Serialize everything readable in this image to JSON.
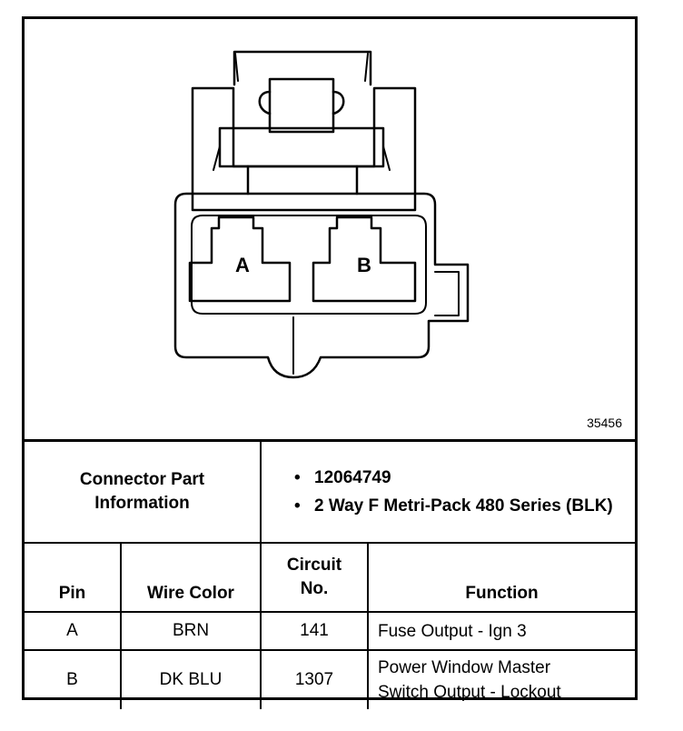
{
  "diagram": {
    "cavities": [
      {
        "label": "A"
      },
      {
        "label": "B"
      }
    ],
    "figure_number": "35456"
  },
  "connector_info": {
    "label_line1": "Connector Part",
    "label_line2": "Information",
    "items": [
      {
        "text": "12064749"
      },
      {
        "text": "2 Way F Metri-Pack 480 Series (BLK)"
      }
    ]
  },
  "table": {
    "headers": {
      "pin": "Pin",
      "wire_color": "Wire Color",
      "circuit_line1": "Circuit",
      "circuit_line2": "No.",
      "function": "Function"
    },
    "rows": [
      {
        "pin": "A",
        "wire_color": "BRN",
        "circuit": "141",
        "function_line1": "Fuse Output - Ign 3",
        "function_line2": ""
      },
      {
        "pin": "B",
        "wire_color": "DK BLU",
        "circuit": "1307",
        "function_line1": "Power Window Master",
        "function_line2": "Switch Output - Lockout"
      }
    ]
  }
}
